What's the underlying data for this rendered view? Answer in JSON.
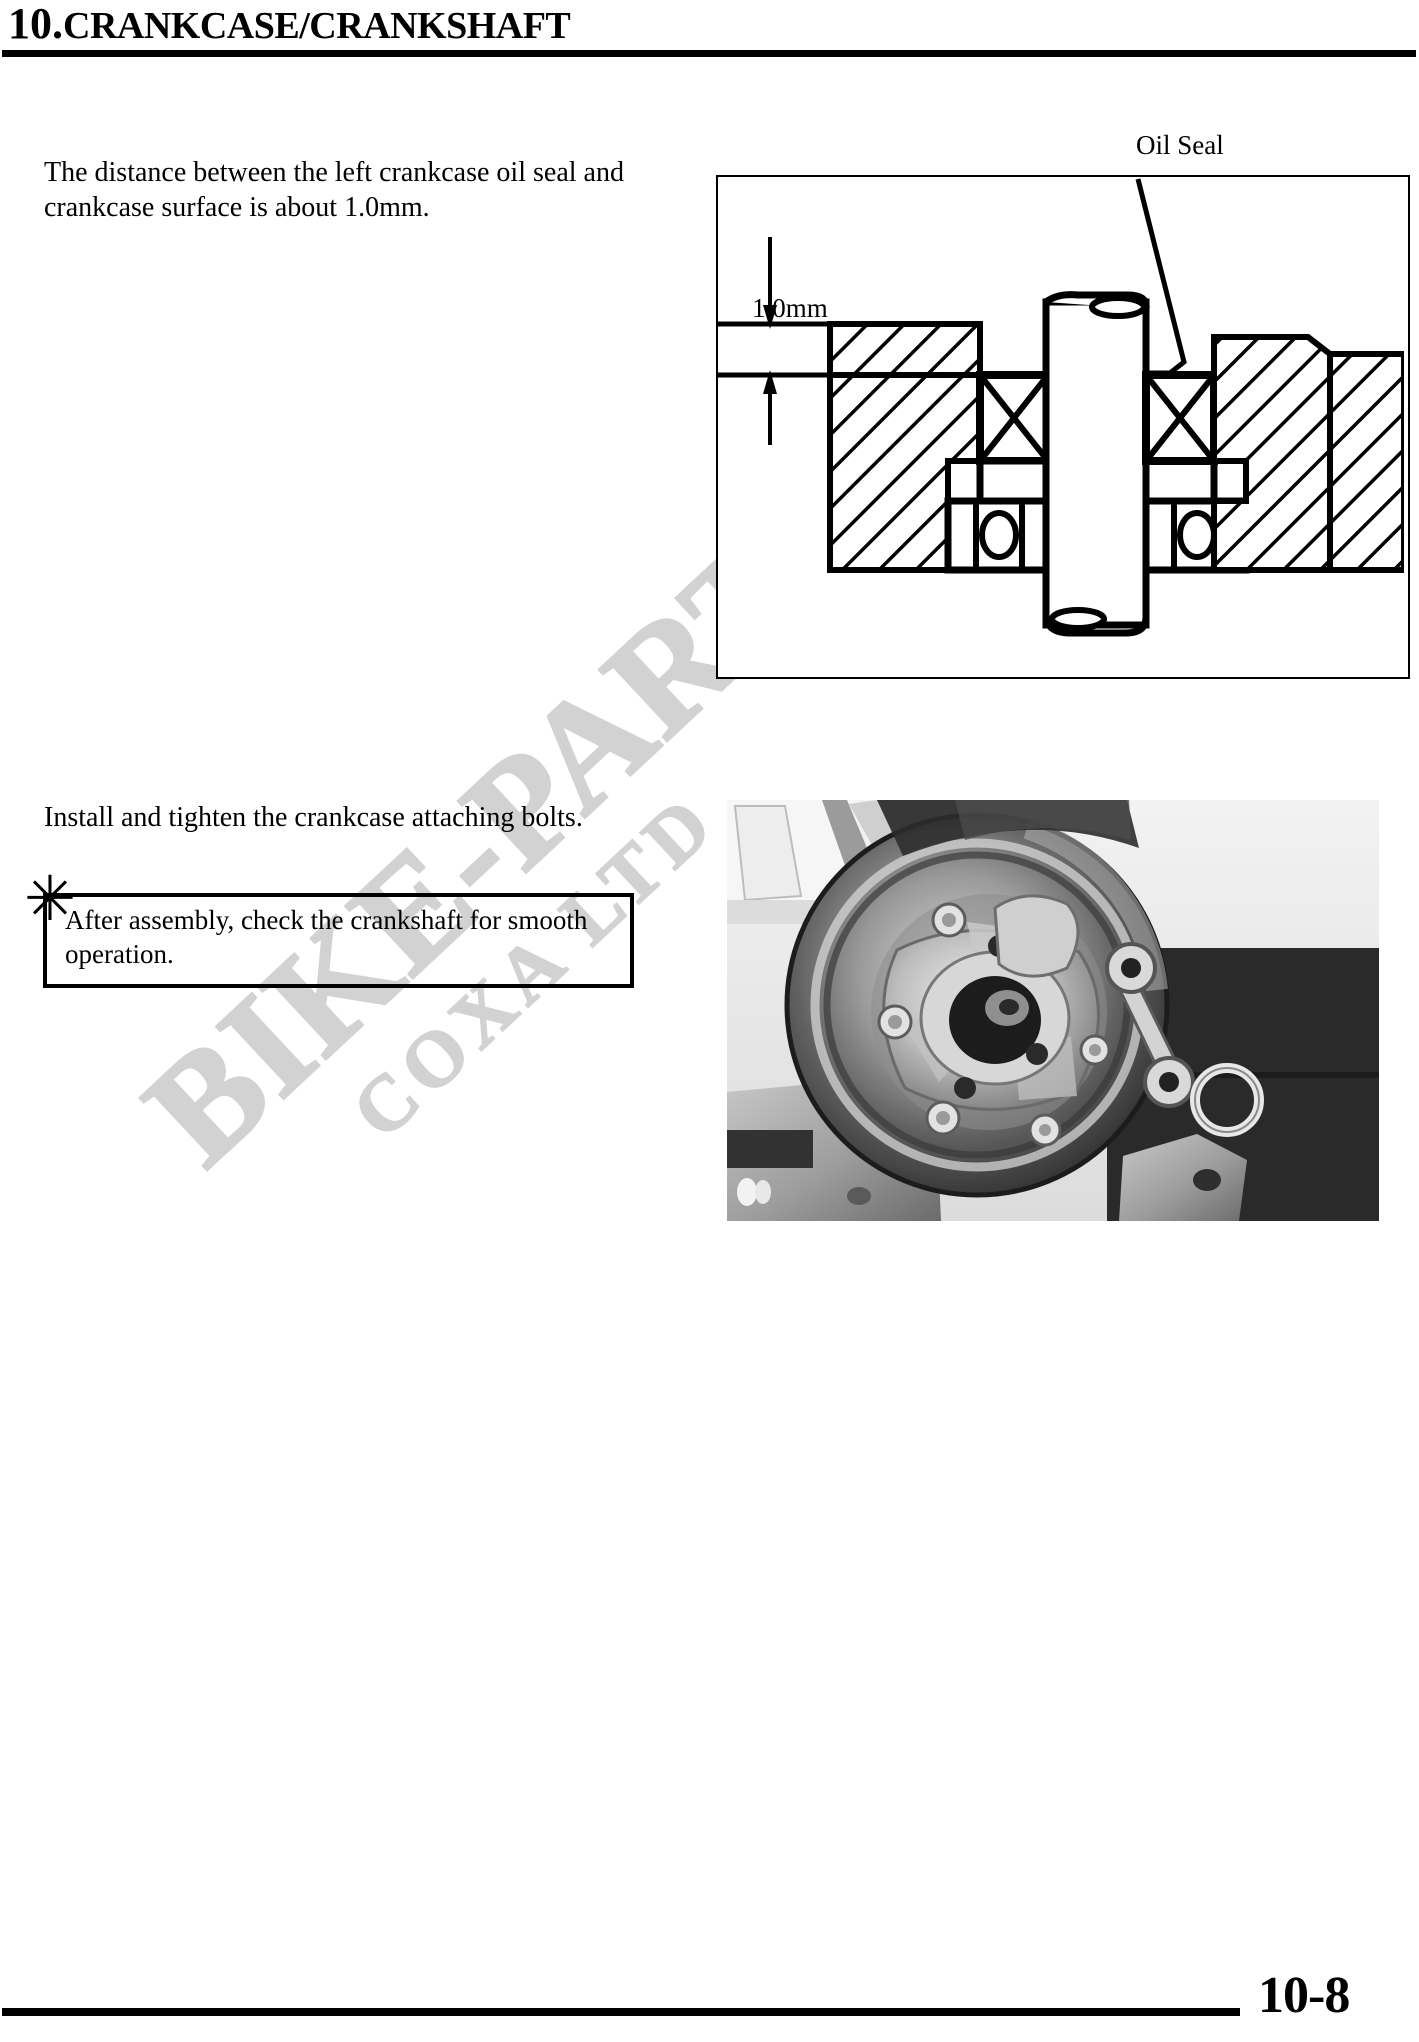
{
  "page": {
    "chapter_number": "10.",
    "chapter_title": "CRANKCASE/CRANKSHAFT",
    "page_number": "10-8"
  },
  "watermark": {
    "main": "BIKE-PARTS",
    "sub": "COXA LTD"
  },
  "content": {
    "paragraph_1": "The distance between the left crankcase oil seal and crankcase surface is about 1.0mm.",
    "paragraph_2": "Install and tighten the crankcase attaching bolts.",
    "note_marker": "✳",
    "note_text": "After assembly, check the crankshaft for smooth operation."
  },
  "figure_diagram": {
    "callout_label": "Oil Seal",
    "dimension_label": "1.0mm"
  },
  "figure_photo": {
    "caption": ""
  },
  "colors": {
    "ink": "#000000",
    "paper": "#ffffff",
    "watermark": "#d2d2d2"
  }
}
